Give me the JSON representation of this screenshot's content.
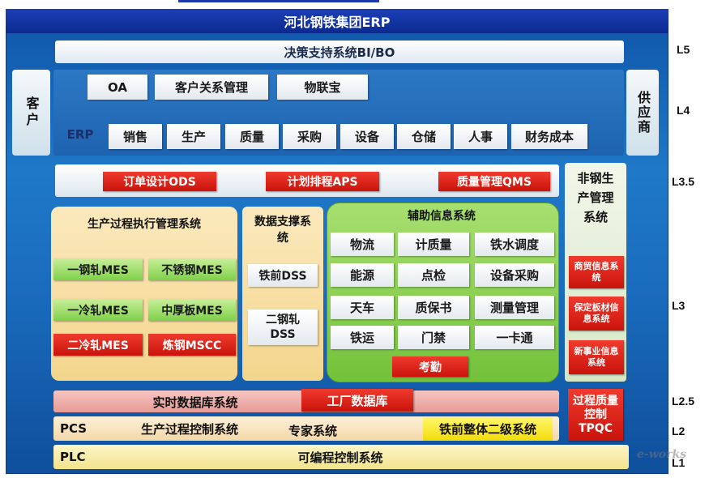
{
  "title": "河北钢铁集团ERP",
  "bi_bar": "决策支持系统BI/BO",
  "customer": "客户",
  "supplier": "供应商",
  "row_l4_top": [
    "OA",
    "客户关系管理",
    "物联宝"
  ],
  "erp_label": "ERP",
  "erp_modules": [
    "销售",
    "生产",
    "质量",
    "采购",
    "设备",
    "仓储",
    "人事",
    "财务成本"
  ],
  "l35_items": [
    "订单设计ODS",
    "计划排程APS",
    "质量管理QMS"
  ],
  "non_steel": {
    "title": "非钢生产管理系统",
    "items": [
      "商贸信息系统",
      "保定板材信息系统",
      "新事业信息系统"
    ]
  },
  "mes": {
    "title": "生产过程执行管理系统",
    "items": [
      "一钢轧MES",
      "不锈钢MES",
      "一冷轧MES",
      "中厚板MES",
      "二冷轧MES",
      "炼钢MSCC"
    ]
  },
  "dss": {
    "title": "数据支撑系统",
    "items": [
      "铁前DSS",
      "二钢轧DSS"
    ]
  },
  "aux": {
    "title": "辅助信息系统",
    "items": [
      "物流",
      "计质量",
      "铁水调度",
      "能源",
      "点检",
      "设备采购",
      "天车",
      "质保书",
      "测量管理",
      "铁运",
      "门禁",
      "一卡通"
    ],
    "extra": "考勤"
  },
  "realtime": "实时数据库系统",
  "factory_db": "工厂数据库",
  "tpqc": "过程质量控制TPQC",
  "pcs_row": {
    "pcs": "PCS",
    "control": "生产过程控制系统",
    "expert": "专家系统",
    "iron_l2": "铁前整体二级系统"
  },
  "plc_row": {
    "plc": "PLC",
    "label": "可编程控制系统"
  },
  "levels": [
    "L5",
    "L4",
    "L3.5",
    "L3",
    "L2.5",
    "L2",
    "L1"
  ],
  "watermark": "e-works"
}
